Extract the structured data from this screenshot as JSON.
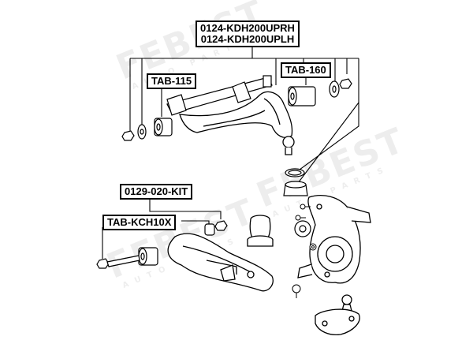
{
  "part_numbers": {
    "upper_arm": [
      "0124-KDH200UPRH",
      "0124-KDH200UPLH"
    ],
    "tab115": "TAB-115",
    "tab160": "TAB-160",
    "kit": "0129-020-KIT",
    "tabkch": "TAB-KCH10X"
  },
  "watermark": {
    "brand": "FEBEST",
    "tagline": "AUTO PARTS"
  },
  "colors": {
    "line": "#000000",
    "watermark": "#e6e6e6"
  }
}
